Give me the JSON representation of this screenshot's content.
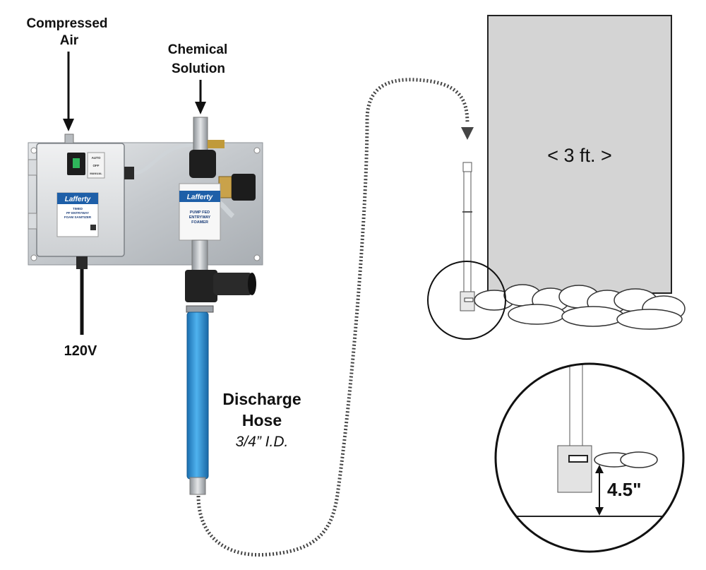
{
  "labels": {
    "compressed_air_line1": "Compressed",
    "compressed_air_line2": "Air",
    "chemical_solution_line1": "Chemical",
    "chemical_solution_line2": "Solution",
    "voltage": "120V",
    "discharge_hose_line1": "Discharge",
    "discharge_hose_line2": "Hose",
    "hose_spec": "3/4” I.D.",
    "doorway_width": "< 3 ft. >",
    "nozzle_height": "4.5\""
  },
  "control_box": {
    "switch_auto": "AUTO",
    "switch_off": "OFF",
    "switch_manual": "MANUAL",
    "brand": "Lafferty",
    "product_line1": "TIMED",
    "product_line2": "PF ENTRYWAY",
    "product_line3": "FOAM SANITIZER"
  },
  "pump_unit": {
    "brand": "Lafferty",
    "product_line1": "PUMP FED",
    "product_line2": "ENTRYWAY",
    "product_line3": "FOAMER"
  },
  "colors": {
    "hose_blue": "#2b8fd6",
    "panel_steel": "#c9ccd0",
    "doorway_gray": "#d4d4d4",
    "label_blue": "#1e5fa8",
    "dark_hose": "#1a1a1a"
  }
}
